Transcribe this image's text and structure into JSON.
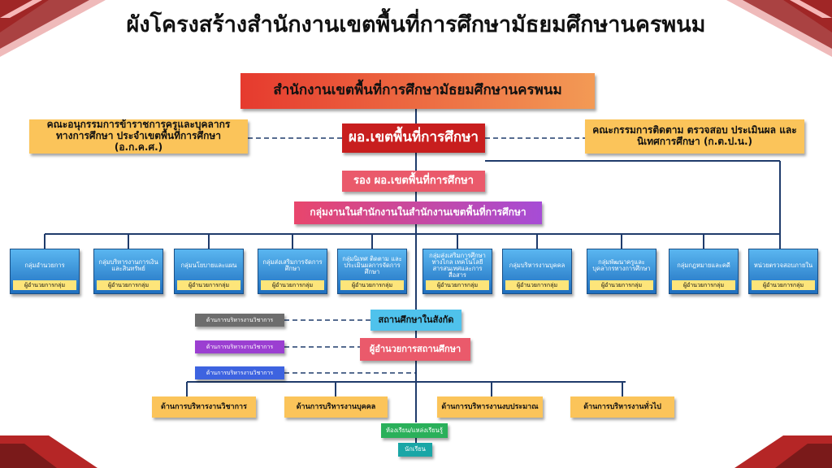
{
  "title": "ผังโครงสร้างสำนักงานเขตพื้นที่การศึกษามัธยมศึกษานครพนม",
  "office_top": "สำนักงานเขตพื้นที่การศึกษามัธยมศึกษานครพนม",
  "committee_left": "คณะอนุกรรมการข้าราชการครูและบุคลากรทางการศึกษา ประจำเขตพื้นที่การศึกษา (อ.ก.ค.ศ.)",
  "director": "ผอ.เขตพื้นที่การศึกษา",
  "committee_right": "คณะกรรมการติดตาม ตรวจสอบ ประเมินผล และนิเทศการศึกษา (ก.ต.ป.น.)",
  "deputy": "รอง ผอ.เขตพื้นที่การศึกษา",
  "office_groups": "กลุ่มงานในสำนักงานในสำนักงานเขตพื้นที่การศึกษา",
  "group_head": "ผู้อำนวยการกลุ่ม",
  "groups": [
    "กลุ่มอำนวยการ",
    "กลุ่มบริหารงานการเงินและสินทรัพย์",
    "กลุ่มนโยบายและแผน",
    "กลุ่มส่งเสริมการจัดการศึกษา",
    "กลุ่มนิเทศ ติดตาม และประเมินผลการจัดการศึกษา",
    "กลุ่มส่งเสริมการศึกษาทางไกล เทคโนโลยีสารสนเทศและการสื่อสาร",
    "กลุ่มบริหารงานบุคคล",
    "กลุ่มพัฒนาครูและบุคลากรทางการศึกษา",
    "กลุ่มกฎหมายและคดี",
    "หน่วยตรวจสอบภายใน"
  ],
  "school": "สถานศึกษาในสังกัด",
  "principal": "ผู้อำนวยการสถานศึกษา",
  "left_labels": [
    "ด้านการบริหารงานวิชาการ",
    "ด้านการบริหารงานวิชาการ",
    "ด้านการบริหารงานวิชาการ"
  ],
  "bottom": [
    "ด้านการบริหารงานวิชาการ",
    "ด้านการบริหารงานบุคคล",
    "ด้านการบริหารงานงบประมาณ",
    "ด้านการบริหารงานทั่วไป"
  ],
  "classroom": "ห้องเรียน/แหล่งเรียนรู้",
  "student": "นักเรียน",
  "colors": {
    "accent_red": "#c81e1e",
    "group_blue": "#1f6fbf",
    "label_gray": "#6d6d6d",
    "label_purple": "#9b3fd1",
    "label_blue": "#3d63e0"
  }
}
